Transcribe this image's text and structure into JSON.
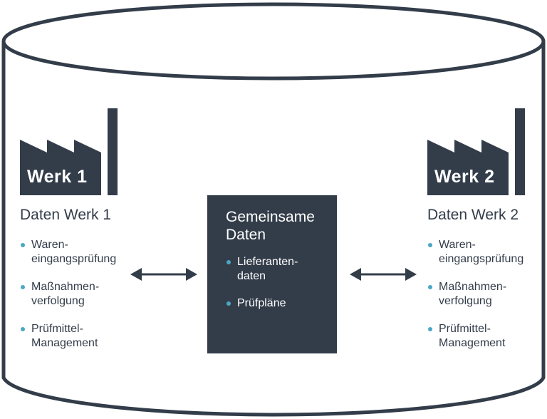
{
  "colors": {
    "primary": "#333d4a",
    "accent_dot": "#4aa7c4",
    "background": "#ffffff"
  },
  "plant1": {
    "badge": "Werk 1",
    "heading": "Daten Werk 1",
    "items": [
      "Waren-\neingangsprüfung",
      "Maßnahmen-\nverfolgung",
      "Prüfmittel-\nManagement"
    ]
  },
  "plant2": {
    "badge": "Werk 2",
    "heading": "Daten Werk 2",
    "items": [
      "Waren-\neingangsprüfung",
      "Maßnahmen-\nverfolgung",
      "Prüfmittel-\nManagement"
    ]
  },
  "shared": {
    "title": "Gemeinsame\nDaten",
    "items": [
      "Lieferanten-\ndaten",
      "Prüfpläne"
    ]
  },
  "icons": [
    "database-cylinder-icon",
    "factory-icon",
    "double-arrow-icon"
  ]
}
